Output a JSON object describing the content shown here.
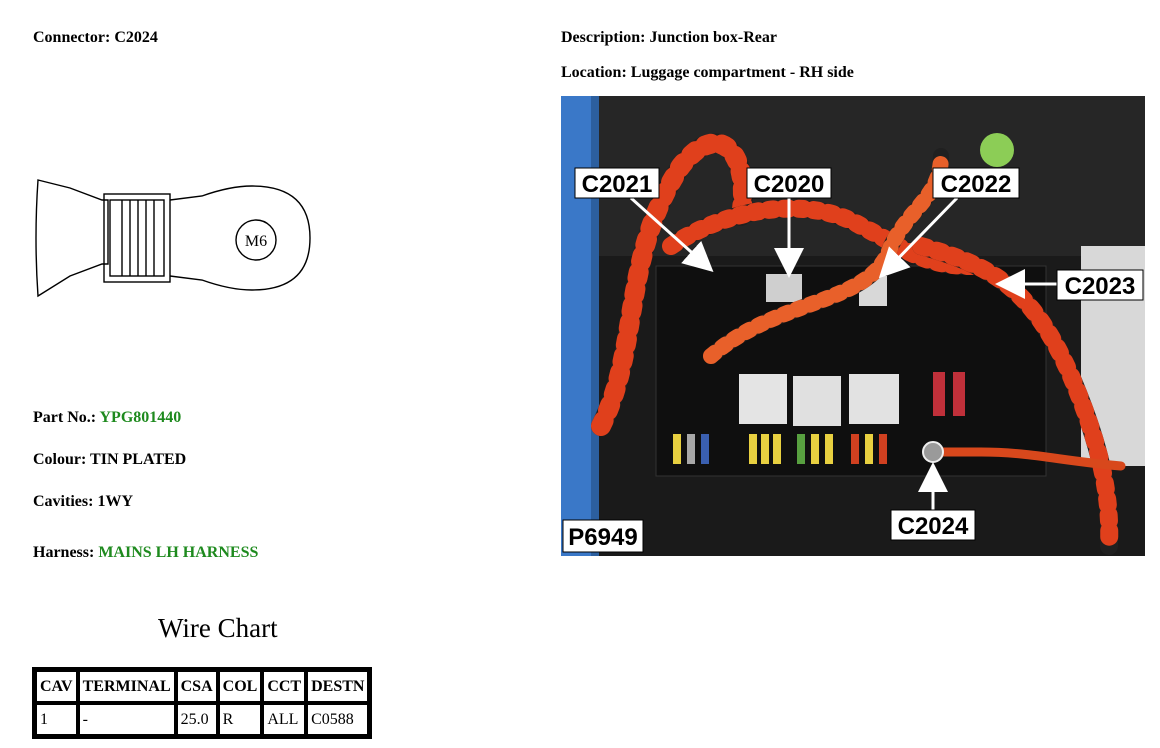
{
  "connector": {
    "label": "Connector:",
    "value": "C2024"
  },
  "description": {
    "label": "Description:",
    "value": "Junction box-Rear"
  },
  "location": {
    "label": "Location:",
    "value": "Luggage compartment - RH side"
  },
  "terminal_drawing": {
    "marking": "M6"
  },
  "part_no": {
    "label": "Part No.:",
    "value": "YPG801440"
  },
  "colour": {
    "label": "Colour:",
    "value": "TIN PLATED"
  },
  "cavities": {
    "label": "Cavities:",
    "value": "1WY"
  },
  "harness": {
    "label": "Harness:",
    "value": "MAINS LH HARNESS"
  },
  "wire_chart": {
    "title": "Wire Chart",
    "headers": [
      "CAV",
      "TERMINAL",
      "CSA",
      "COL",
      "CCT",
      "DESTN"
    ],
    "rows": [
      [
        "1",
        "-",
        "25.0",
        "R",
        "ALL",
        "C0588"
      ]
    ]
  },
  "photo": {
    "callouts": [
      "C2021",
      "C2020",
      "C2022",
      "C2023",
      "C2024"
    ],
    "figure_id": "P6949"
  },
  "colors": {
    "green_value": "#1e8a1e",
    "harness_orange": "#e0401c"
  }
}
